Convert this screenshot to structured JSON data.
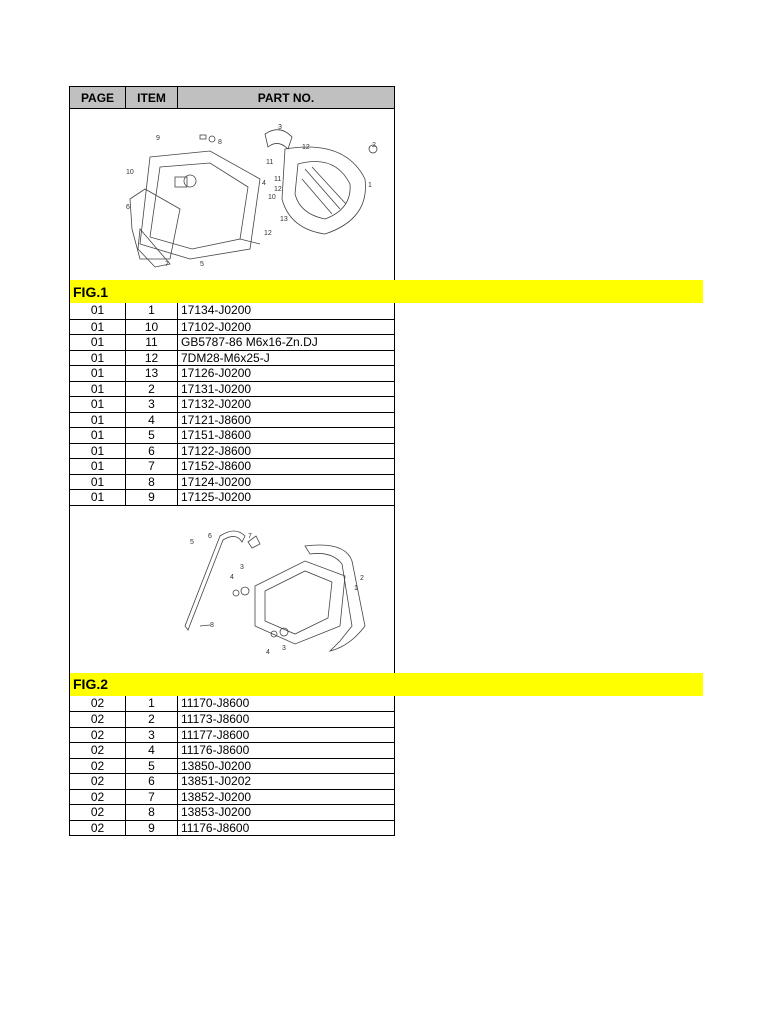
{
  "header": {
    "page": "PAGE",
    "item": "ITEM",
    "part_no": "PART NO."
  },
  "fig1": {
    "label": "FIG.1",
    "callouts": [
      "9",
      "8",
      "3",
      "2",
      "12",
      "1",
      "11",
      "10",
      "4",
      "6",
      "11",
      "12",
      "10",
      "13",
      "12",
      "7",
      "5"
    ],
    "rows": [
      {
        "page": "01",
        "item": "1",
        "part": "17134-J0200"
      },
      {
        "page": "01",
        "item": "10",
        "part": "17102-J0200"
      },
      {
        "page": "01",
        "item": "11",
        "part": "GB5787-86 M6x16-Zn.DJ"
      },
      {
        "page": "01",
        "item": "12",
        "part": "7DM28-M6x25-J"
      },
      {
        "page": "01",
        "item": "13",
        "part": "17126-J0200"
      },
      {
        "page": "01",
        "item": "2",
        "part": "17131-J0200"
      },
      {
        "page": "01",
        "item": "3",
        "part": "17132-J0200"
      },
      {
        "page": "01",
        "item": "4",
        "part": "17121-J8600"
      },
      {
        "page": "01",
        "item": "5",
        "part": "17151-J8600"
      },
      {
        "page": "01",
        "item": "6",
        "part": "17122-J8600"
      },
      {
        "page": "01",
        "item": "7",
        "part": "17152-J8600"
      },
      {
        "page": "01",
        "item": "8",
        "part": "17124-J0200"
      },
      {
        "page": "01",
        "item": "9",
        "part": "17125-J0200"
      }
    ]
  },
  "fig2": {
    "label": "FIG.2",
    "callouts": [
      "6",
      "7",
      "5",
      "2",
      "3",
      "4",
      "1",
      "8",
      "3",
      "4"
    ],
    "rows": [
      {
        "page": "02",
        "item": "1",
        "part": "11170-J8600"
      },
      {
        "page": "02",
        "item": "2",
        "part": "11173-J8600"
      },
      {
        "page": "02",
        "item": "3",
        "part": "11177-J8600"
      },
      {
        "page": "02",
        "item": "4",
        "part": "11176-J8600"
      },
      {
        "page": "02",
        "item": "5",
        "part": "13850-J0200"
      },
      {
        "page": "02",
        "item": "6",
        "part": "13851-J0202"
      },
      {
        "page": "02",
        "item": "7",
        "part": "13852-J0200"
      },
      {
        "page": "02",
        "item": "8",
        "part": "13853-J0200"
      },
      {
        "page": "02",
        "item": "9",
        "part": "11176-J8600"
      }
    ]
  }
}
